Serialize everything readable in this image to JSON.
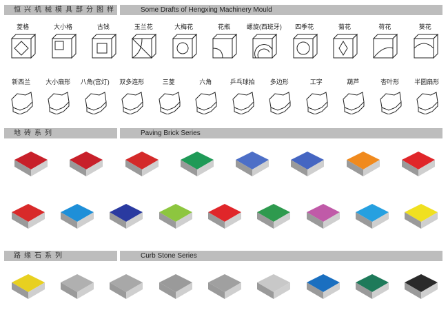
{
  "sections": {
    "drafts": {
      "cn": "恒兴机械模具部分图样",
      "en": "Some Drafts of Hengxing Machinery Mould"
    },
    "paving": {
      "cn": "地砖系列",
      "en": "Paving Brick Series"
    },
    "curb": {
      "cn": "路缘石系列",
      "en": "Curb Stone Series"
    }
  },
  "drafts_row1": [
    "菱格",
    "大小格",
    "古钱",
    "玉兰花",
    "大梅花",
    "花瓶",
    "螺旋(西班牙)",
    "四季花",
    "菊花",
    "荷花",
    "葵花"
  ],
  "drafts_row2": [
    "新西兰",
    "大小扇形",
    "八角(宫灯)",
    "双多连形",
    "三菱",
    "六角",
    "乒乓球拍",
    "多边形",
    "工字",
    "葫芦",
    "杏叶形",
    "半圆扇形"
  ],
  "paving_row1_colors": [
    "#c8202a",
    "#c8202a",
    "#d42a2a",
    "#1f9a57",
    "#4d6fc7",
    "#4566c2",
    "#f08a1e",
    "#e0262a"
  ],
  "paving_row2_colors": [
    "#d82a2a",
    "#1e8fd8",
    "#2a3aa0",
    "#8dc63f",
    "#e0262a",
    "#2e9a4e",
    "#c05aa8",
    "#26a0e0",
    "#f0e020"
  ],
  "curb_colors": [
    "#e8d020",
    "#b0b0b0",
    "#a8a8a8",
    "#9a9a9a",
    "#a0a0a0",
    "#c8c8c8",
    "#1a6fc0",
    "#1e7a5a",
    "#2a2a2a"
  ]
}
